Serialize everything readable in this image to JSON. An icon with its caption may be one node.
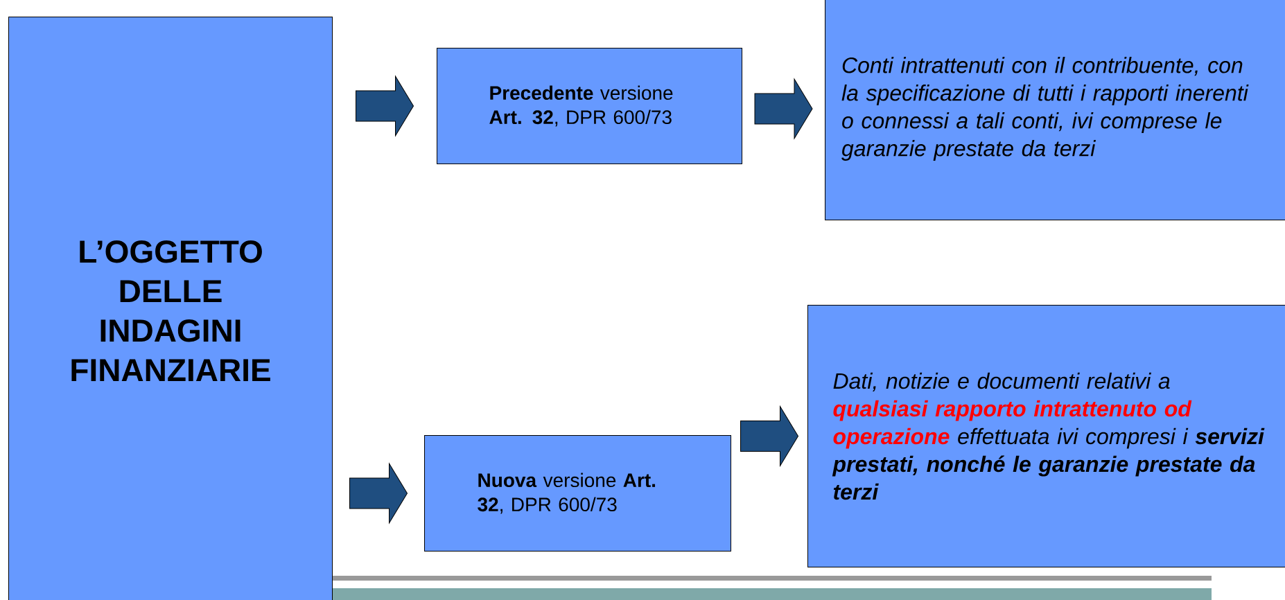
{
  "diagram": {
    "nodes": [
      {
        "text": [
          "L’OGGETTO DELLE INDAGINI FINANZIARIE"
        ]
      },
      {
        "text": [
          "**Precedente** versione **Art. 32**, DPR 600/73"
        ]
      },
      {
        "text": [
          "Conti intrattenuti con il contribuente, con la specificazione di tutti i rapporti inerenti o connessi a tali conti, ivi comprese le garanzie prestate da terzi"
        ]
      },
      {
        "text": [
          "**Nuova** versione **Art. 32**, DPR 600/73"
        ]
      },
      {
        "text": [
          "Dati, notizie e documenti relativi a **qualsiasi rapporto intrattenuto od operazione** effettuata ivi compresi i **servizi prestati, nonché le garanzie prestate da terzi**"
        ]
      }
    ],
    "edges": [
      {
        "from": 0,
        "to": 1,
        "arrow": "to"
      },
      {
        "from": 1,
        "to": 2,
        "arrow": "to"
      },
      {
        "from": 0,
        "to": 3,
        "arrow": "to"
      },
      {
        "from": 3,
        "to": 4,
        "arrow": "to"
      }
    ]
  }
}
